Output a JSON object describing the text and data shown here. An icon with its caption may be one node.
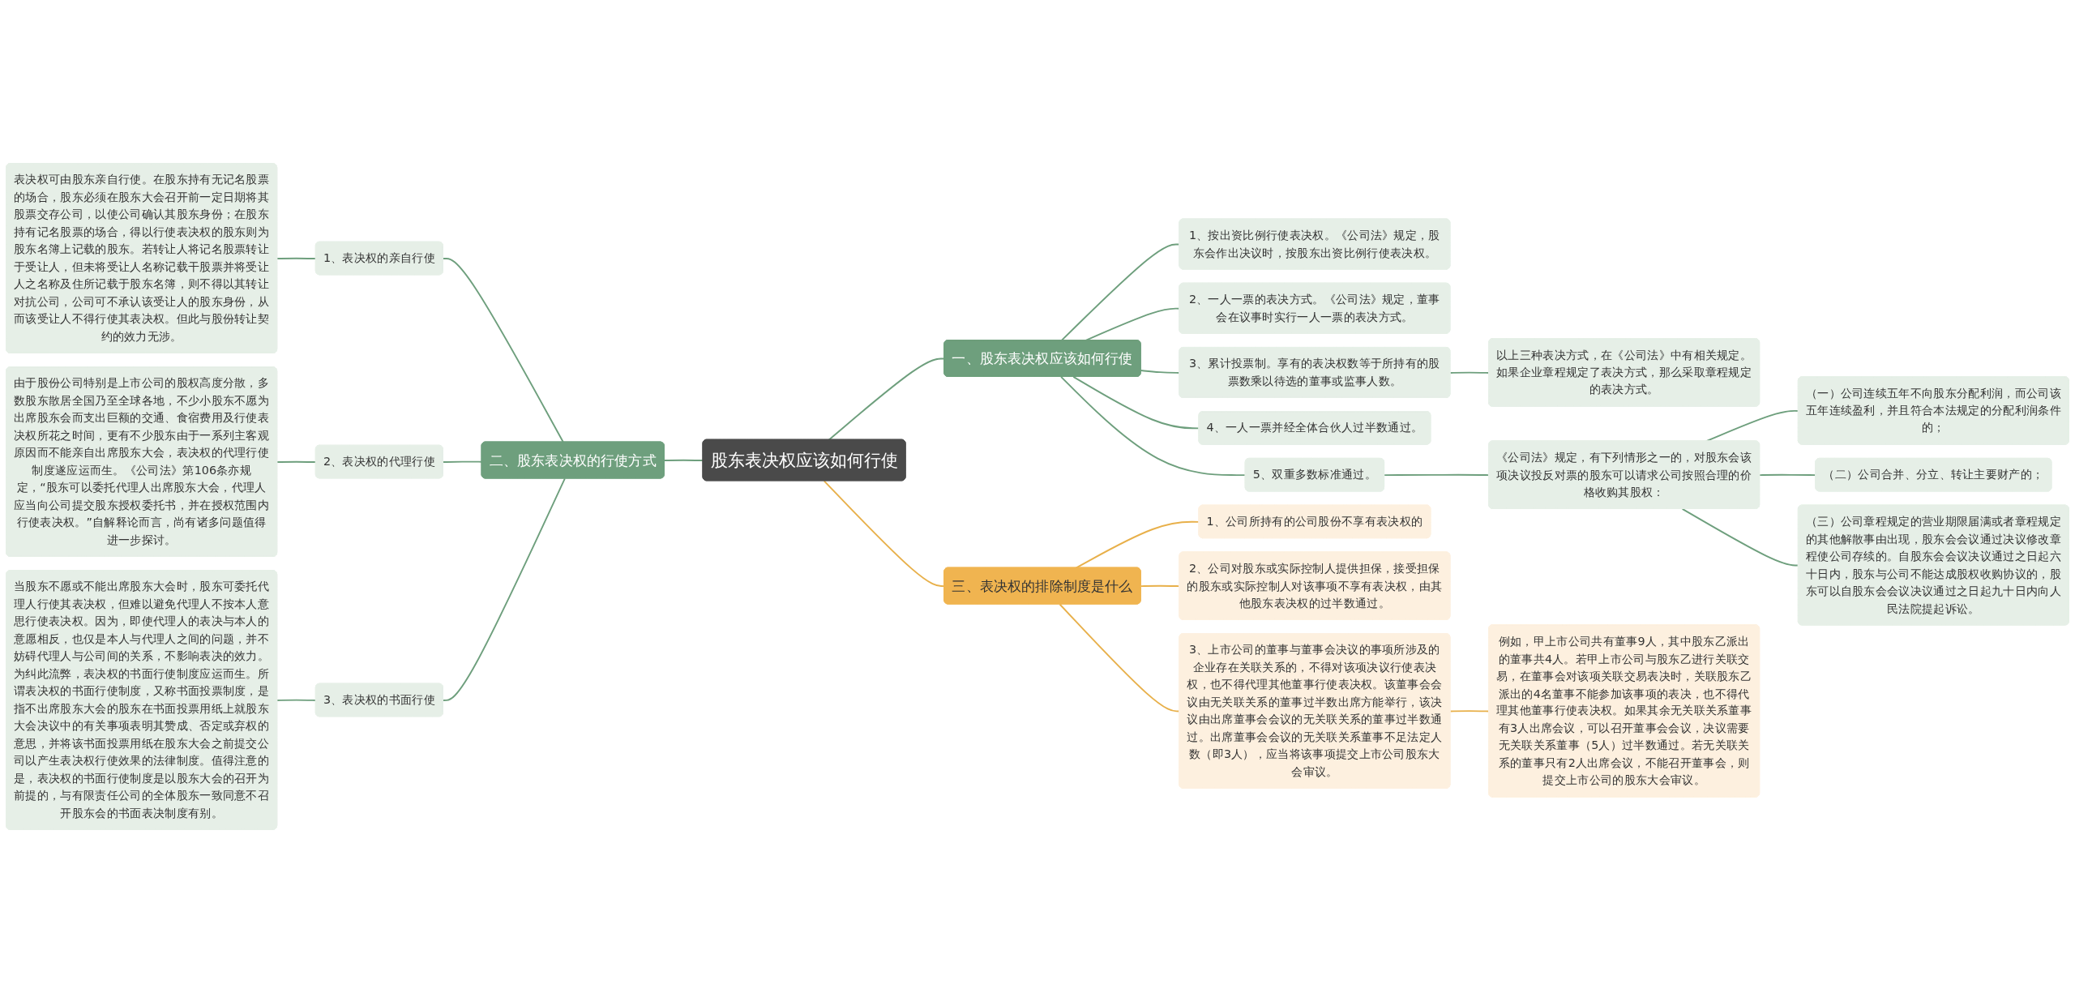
{
  "diagram": {
    "nodes": [
      {
        "text": [
          "股东表决权应该如何行使"
        ]
      },
      {
        "text": [
          "一、股东表决权应该如何行使"
        ]
      },
      {
        "text": [
          "1、按出资比例行使表决权。《公司法》规定，股东会作出决议时，按股东出资比例行使表决权。"
        ]
      },
      {
        "text": [
          "2、一人一票的表决方式。《公司法》规定，董事会在议事时实行一人一票的表决方式。"
        ]
      },
      {
        "text": [
          "3、累计投票制。享有的表决权数等于所持有的股票数乘以待选的董事或监事人数。"
        ]
      },
      {
        "text": [
          "以上三种表决方式，在《公司法》中有相关规定。如果企业章程规定了表决方式，那么采取章程规定的表决方式。"
        ]
      },
      {
        "text": [
          "4、一人一票并经全体合伙人过半数通过。"
        ]
      },
      {
        "text": [
          "5、双重多数标准通过。"
        ]
      },
      {
        "text": [
          "《公司法》规定，有下列情形之一的，对股东会该项决议投反对票的股东可以请求公司按照合理的价格收购其股权："
        ]
      },
      {
        "text": [
          "（一）公司连续五年不向股东分配利润，而公司该五年连续盈利，并且符合本法规定的分配利润条件的；"
        ]
      },
      {
        "text": [
          "（二）公司合并、分立、转让主要财产的；"
        ]
      },
      {
        "text": [
          "（三）公司章程规定的营业期限届满或者章程规定的其他解散事由出现，股东会会议通过决议修改章程使公司存续的。自股东会会议决议通过之日起六十日内，股东与公司不能达成股权收购协议的，股东可以自股东会会议决议通过之日起九十日内向人民法院提起诉讼。"
        ]
      },
      {
        "text": [
          "二、股东表决权的行使方式"
        ]
      },
      {
        "text": [
          "1、表决权的亲自行使"
        ]
      },
      {
        "text": [
          "表决权可由股东亲自行使。在股东持有无记名股票的场合，股东必须在股东大会召开前一定日期将其股票交存公司，以使公司确认其股东身份；在股东持有记名股票的场合，得以行使表决权的股东则为股东名簿上记载的股东。若转让人将记名股票转让于受让人，但未将受让人名称记载干股票并将受让人之名称及住所记载于股东名簿，则不得以其转让对抗公司，公司可不承认该受让人的股东身份，从而该受让人不得行使其表决权。但此与股份转让契约的效力无涉。"
        ]
      },
      {
        "text": [
          "2、表决权的代理行使"
        ]
      },
      {
        "text": [
          "由于股份公司特别是上市公司的股权高度分散，多数股东散居全国乃至全球各地，不少小股东不愿为出席股东会而支出巨额的交通、食宿费用及行使表决权所花之时间，更有不少股东由于一系列主客观原因而不能亲自出席股东大会，表决权的代理行使制度遂应运而生。《公司法》第106条亦规定，“股东可以委托代理人出席股东大会，代理人应当向公司提交股东授权委托书，并在授权范围内行使表决权。”自解释论而言，尚有诸多问题值得进一步探讨。"
        ]
      },
      {
        "text": [
          "3、表决权的书面行使"
        ]
      },
      {
        "text": [
          "当股东不愿或不能出席股东大会时，股东可委托代理人行使其表决权，但难以避免代理人不按本人意思行使表决权。因为，即使代理人的表决与本人的意愿相反，也仅是本人与代理人之间的问题，并不妨碍代理人与公司间的关系，不影响表决的效力。为纠此流弊，表决权的书面行使制度应运而生。所谓表决权的书面行使制度，又称书面投票制度，是指不出席股东大会的股东在书面投票用纸上就股东大会决议中的有关事项表明其赞成、否定或弃权的意思，并将该书面投票用纸在股东大会之前提交公司以产生表决权行使效果的法律制度。值得注意的是，表决权的书面行使制度是以股东大会的召开为前提的，与有限责任公司的全体股东一致同意不召开股东会的书面表决制度有别。"
        ]
      },
      {
        "text": [
          "三、表决权的排除制度是什么"
        ]
      },
      {
        "text": [
          "1、公司所持有的公司股份不享有表决权的"
        ]
      },
      {
        "text": [
          "2、公司对股东或实际控制人提供担保，接受担保的股东或实际控制人对该事项不享有表决权，由其他股东表决权的过半数通过。"
        ]
      },
      {
        "text": [
          "3、上市公司的董事与董事会决议的事项所涉及的企业存在关联关系的，不得对该项决议行使表决权，也不得代理其他董事行使表决权。该董事会会议由无关联关系的董事过半数出席方能举行，该决议由出席董事会会议的无关联关系的董事过半数通过。出席董事会会议的无关联关系董事不足法定人数（即3人），应当将该事项提交上市公司股东大会审议。"
        ]
      },
      {
        "text": [
          "例如，甲上市公司共有董事9人，其中股东乙派出的董事共4人。若甲上市公司与股东乙进行关联交易，在董事会对该项关联交易表决时，关联股东乙派出的4名董事不能参加该事项的表决，也不得代理其他董事行使表决权。如果其余无关联关系董事有3人出席会议，可以召开董事会会议，决议需要无关联关系董事（5人）过半数通过。若无关联关系的董事只有2人出席会议，不能召开董事会，则提交上市公司的股东大会审议。"
        ]
      }
    ],
    "edges": [
      {
        "from": 0,
        "to": 1,
        "arrow": "none"
      },
      {
        "from": 1,
        "to": 2,
        "arrow": "none"
      },
      {
        "from": 1,
        "to": 3,
        "arrow": "none"
      },
      {
        "from": 1,
        "to": 4,
        "arrow": "none"
      },
      {
        "from": 4,
        "to": 5,
        "arrow": "none"
      },
      {
        "from": 1,
        "to": 6,
        "arrow": "none"
      },
      {
        "from": 1,
        "to": 7,
        "arrow": "none"
      },
      {
        "from": 7,
        "to": 8,
        "arrow": "none"
      },
      {
        "from": 8,
        "to": 9,
        "arrow": "none"
      },
      {
        "from": 8,
        "to": 10,
        "arrow": "none"
      },
      {
        "from": 8,
        "to": 11,
        "arrow": "none"
      },
      {
        "from": 0,
        "to": 12,
        "arrow": "none"
      },
      {
        "from": 12,
        "to": 13,
        "arrow": "none"
      },
      {
        "from": 13,
        "to": 14,
        "arrow": "none"
      },
      {
        "from": 12,
        "to": 15,
        "arrow": "none"
      },
      {
        "from": 15,
        "to": 16,
        "arrow": "none"
      },
      {
        "from": 12,
        "to": 17,
        "arrow": "none"
      },
      {
        "from": 17,
        "to": 18,
        "arrow": "none"
      },
      {
        "from": 0,
        "to": 19,
        "arrow": "none",
        "color": "#e8b04a"
      },
      {
        "from": 19,
        "to": 20,
        "arrow": "none",
        "color": "#e8b04a"
      },
      {
        "from": 19,
        "to": 21,
        "arrow": "none",
        "color": "#e8b04a"
      },
      {
        "from": 19,
        "to": 22,
        "arrow": "none",
        "color": "#e8b04a"
      },
      {
        "from": 22,
        "to": 23,
        "arrow": "none",
        "color": "#e8b04a"
      }
    ]
  }
}
